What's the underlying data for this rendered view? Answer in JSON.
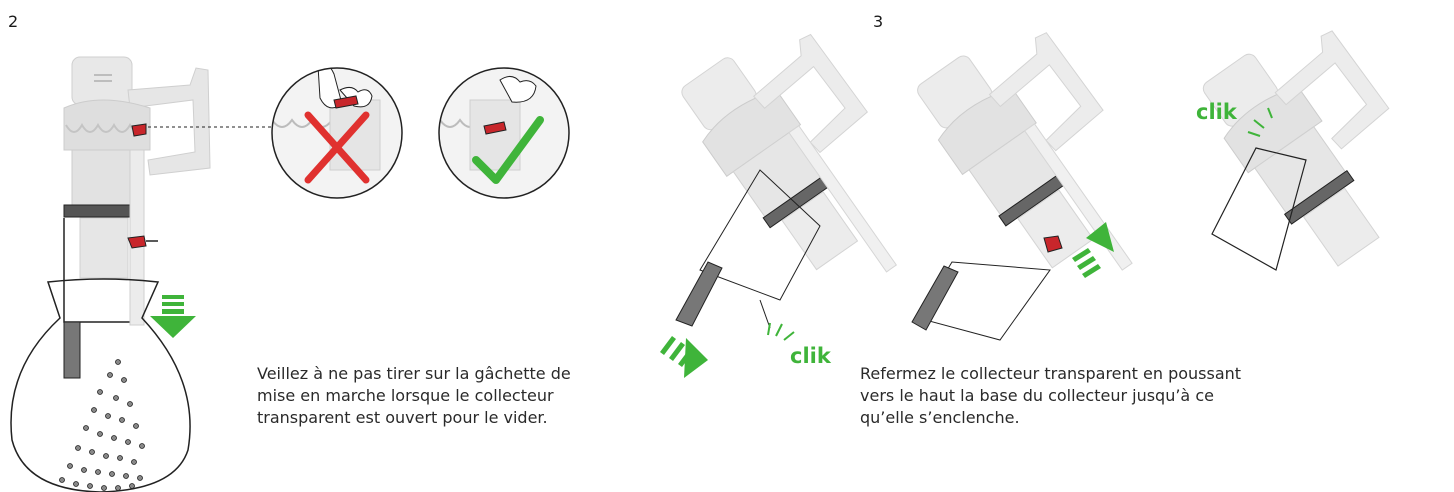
{
  "step2": {
    "number": "2",
    "caption": "Veillez à ne pas tirer sur la gâchette de\nmise en marche lorsque le collecteur\ntransparent est ouvert pour le vider."
  },
  "step3": {
    "number": "3",
    "caption": "Refermez le collecteur transparent en poussant\nvers le haut la base du collecteur jusqu’à ce\nqu’elle s’enclenche.",
    "sound_1": "clik",
    "sound_2": "clik"
  },
  "colors": {
    "accent_green": "#3fb43a",
    "error_red": "#e0312f",
    "trigger_red": "#c8262b",
    "outline": "#222222",
    "body_grey": "#e6e6e6"
  },
  "icons": [
    "cross-icon",
    "check-icon",
    "arrow-down-icon",
    "arrow-up-icon",
    "arrow-right-icon"
  ]
}
